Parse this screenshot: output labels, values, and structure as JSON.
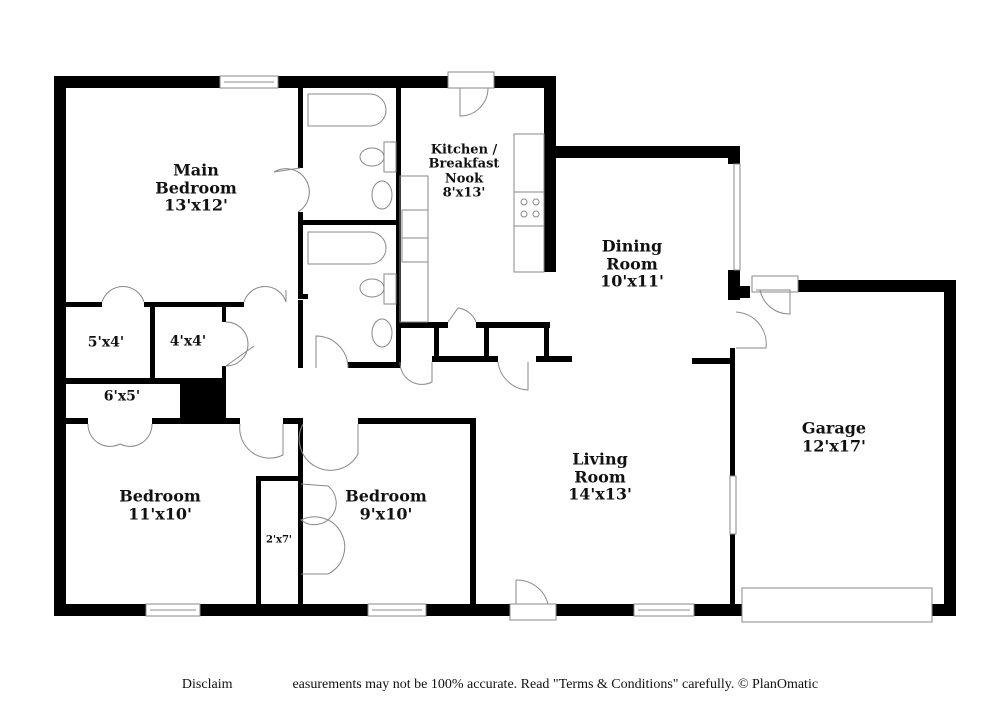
{
  "rooms": {
    "main_bedroom": {
      "name": "Main Bedroom",
      "line1": "Main",
      "line2": "Bedroom",
      "dims": "13'x12'"
    },
    "closet_a": {
      "dims": "5'x4'"
    },
    "closet_b": {
      "dims": "4'x4'"
    },
    "closet_c": {
      "dims": "6'x5'"
    },
    "closet_d": {
      "dims": "2'x7'"
    },
    "kitchen": {
      "line1": "Kitchen /",
      "line2": "Breakfast",
      "line3": "Nook",
      "dims": "8'x13'"
    },
    "dining": {
      "line1": "Dining",
      "line2": "Room",
      "dims": "10'x11'"
    },
    "living": {
      "line1": "Living",
      "line2": "Room",
      "dims": "14'x13'"
    },
    "garage": {
      "name": "Garage",
      "dims": "12'x17'"
    },
    "bedroom_2": {
      "name": "Bedroom",
      "dims": "11'x10'"
    },
    "bedroom_3": {
      "name": "Bedroom",
      "dims": "9'x10'"
    }
  },
  "footer": {
    "disclaimer_left": "Disclaim",
    "disclaimer_right": "easurements may not be 100% accurate. Read \"Terms & Conditions\" carefully. © PlanOmatic"
  },
  "colors": {
    "wall": "#000000",
    "fixture": "#888888",
    "background": "#ffffff"
  }
}
